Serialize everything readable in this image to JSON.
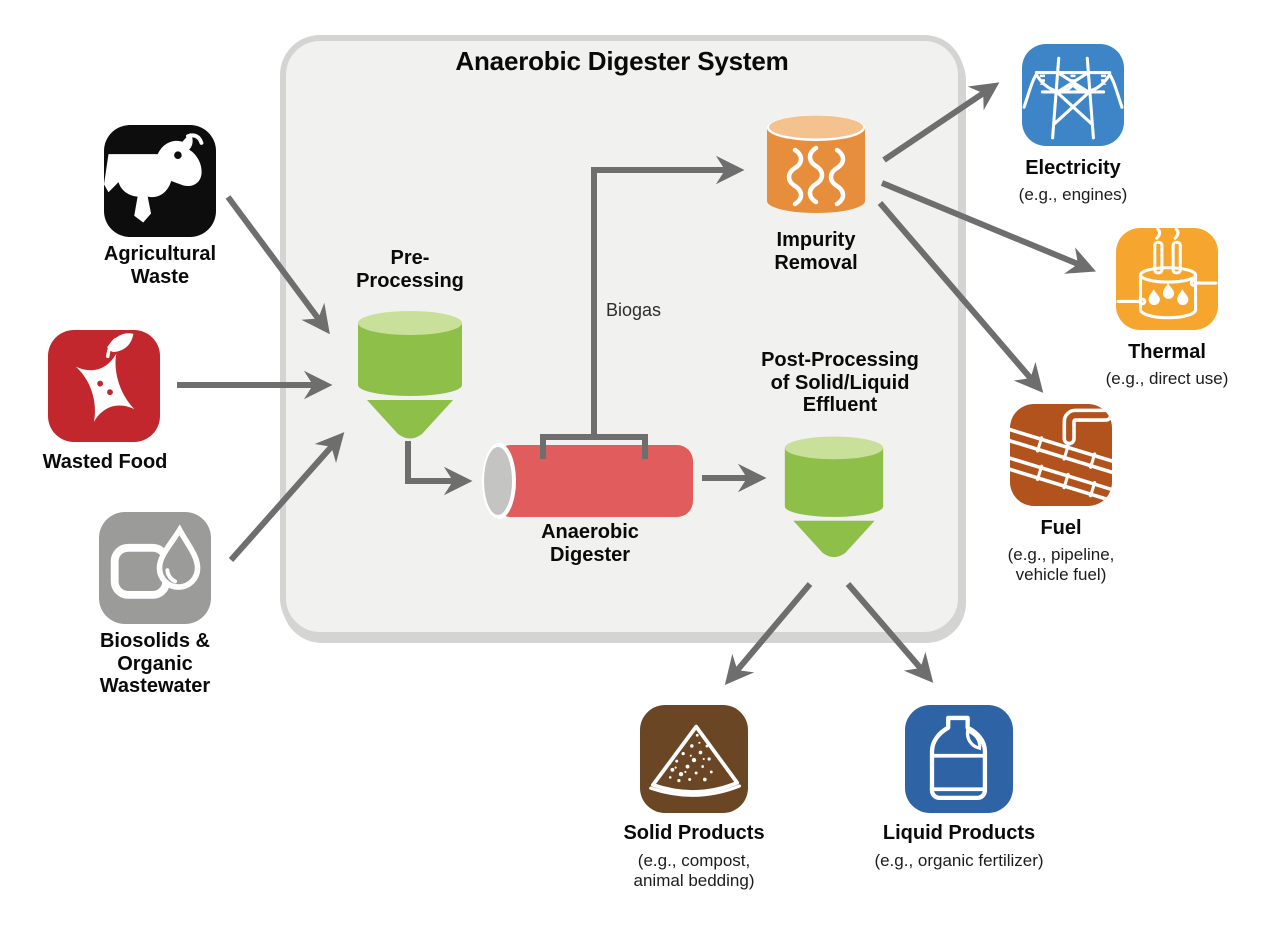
{
  "title": "Anaerobic Digester System",
  "biogas": {
    "label": "Biogas"
  },
  "nodes": {
    "agricultural_waste": {
      "label": "Agricultural\nWaste"
    },
    "wasted_food": {
      "label": "Wasted Food"
    },
    "biosolids": {
      "label": "Biosolids &\nOrganic\nWastewater"
    },
    "pre_processing": {
      "label": "Pre-\nProcessing"
    },
    "anaerobic_digester": {
      "label": "Anaerobic\nDigester"
    },
    "impurity_removal": {
      "label": "Impurity\nRemoval"
    },
    "post_processing": {
      "label": "Post-Processing\nof Solid/Liquid\nEffluent"
    },
    "electricity": {
      "label": "Electricity",
      "sublabel": "(e.g., engines)"
    },
    "thermal": {
      "label": "Thermal",
      "sublabel": "(e.g., direct use)"
    },
    "fuel": {
      "label": "Fuel",
      "sublabel": "(e.g., pipeline,\nvehicle fuel)"
    },
    "solid_products": {
      "label": "Solid Products",
      "sublabel": "(e.g., compost,\nanimal bedding)"
    },
    "liquid_products": {
      "label": "Liquid Products",
      "sublabel": "(e.g., organic fertilizer)"
    }
  },
  "colors": {
    "agricultural_waste_black": "#0d0d0d",
    "wasted_food_red": "#c1272d",
    "biosolids_gray": "#9b9b9a",
    "hopper_green": "#8dbf49",
    "hopper_green_light": "#c9e09b",
    "digester_red": "#e15c5c",
    "digester_cap_gray": "#c4c4c3",
    "impurity_orange": "#e78e3c",
    "impurity_orange_light": "#f3c28e",
    "electricity_blue": "#3d85c6",
    "thermal_amber": "#f6a62f",
    "fuel_rust": "#b2531e",
    "solid_brown": "#6b4624",
    "liquid_blue": "#2e64a5",
    "arrow_gray": "#6e6e6e",
    "box_fill": "#f1f1f0"
  }
}
